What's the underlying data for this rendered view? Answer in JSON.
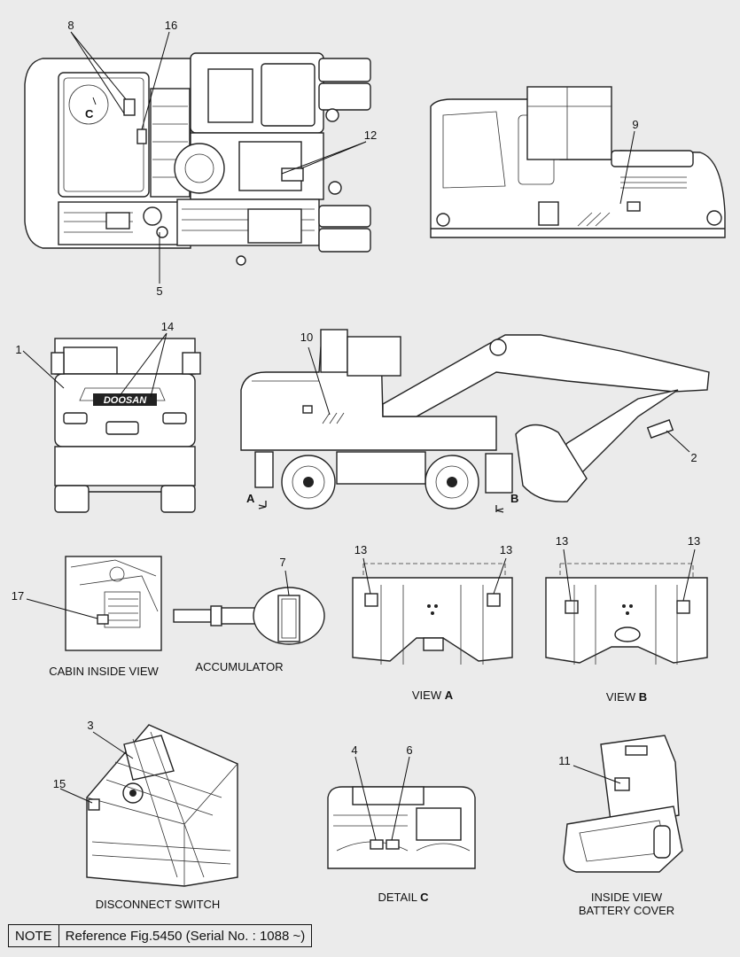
{
  "callouts": {
    "n1": "1",
    "n2": "2",
    "n3": "3",
    "n4": "4",
    "n5": "5",
    "n6": "6",
    "n7": "7",
    "n8": "8",
    "n9": "9",
    "n10": "10",
    "n11": "11",
    "n12": "12",
    "n13a": "13",
    "n13b": "13",
    "n13c": "13",
    "n13d": "13",
    "n14": "14",
    "n15": "15",
    "n16": "16",
    "n17": "17"
  },
  "markers": {
    "c_top": "C",
    "a": "A",
    "b": "B"
  },
  "brand": "DOOSAN",
  "captions": {
    "cabin": "CABIN INSIDE VIEW",
    "accumulator": "ACCUMULATOR",
    "view_a_prefix": "VIEW ",
    "view_a_letter": "A",
    "view_b_prefix": "VIEW ",
    "view_b_letter": "B",
    "disconnect": "DISCONNECT SWITCH",
    "detail_prefix": "DETAIL ",
    "detail_letter": "C",
    "inside_line1": "INSIDE VIEW",
    "inside_line2": "BATTERY COVER"
  },
  "note": {
    "label": "NOTE",
    "text": "Reference Fig.5450 (Serial No. : 1088 ~)"
  }
}
